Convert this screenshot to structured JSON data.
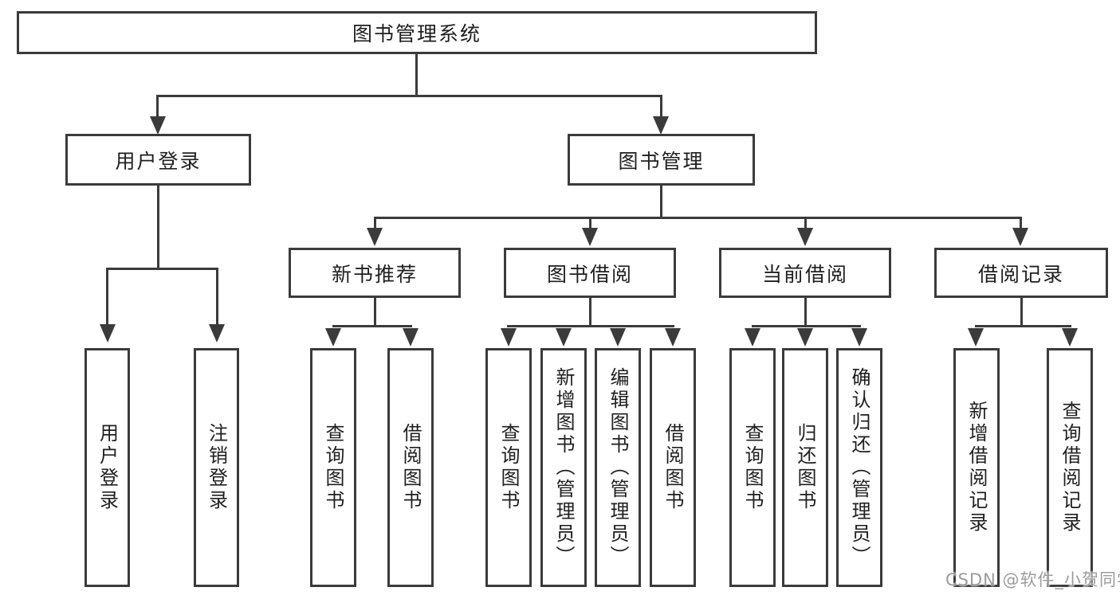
{
  "colors": {
    "line": "#3b3b3b",
    "text": "#1f1f1f",
    "watermark": "#9c9c9c",
    "background": "#ffffff"
  },
  "diagram": {
    "root": {
      "label": "图书管理系统"
    },
    "level2": {
      "user_login": "用户登录",
      "book_mgmt": "图书管理"
    },
    "level3": {
      "new_books": "新书推荐",
      "book_borrow": "图书借阅",
      "current_borrow": "当前借阅",
      "borrow_records": "借阅记录"
    },
    "leaves": {
      "user_login": [
        "用户登录",
        "注销登录"
      ],
      "new_books": [
        "查询图书",
        "借阅图书"
      ],
      "book_borrow": [
        "查询图书",
        "新增图书（管理员）",
        "编辑图书（管理员）",
        "借阅图书"
      ],
      "current_borrow": [
        "查询图书",
        "归还图书",
        "确认归还（管理员）"
      ],
      "borrow_records": [
        "新增借阅记录",
        "查询借阅记录"
      ]
    }
  },
  "watermark": "CSDN @软件_小贺同学"
}
